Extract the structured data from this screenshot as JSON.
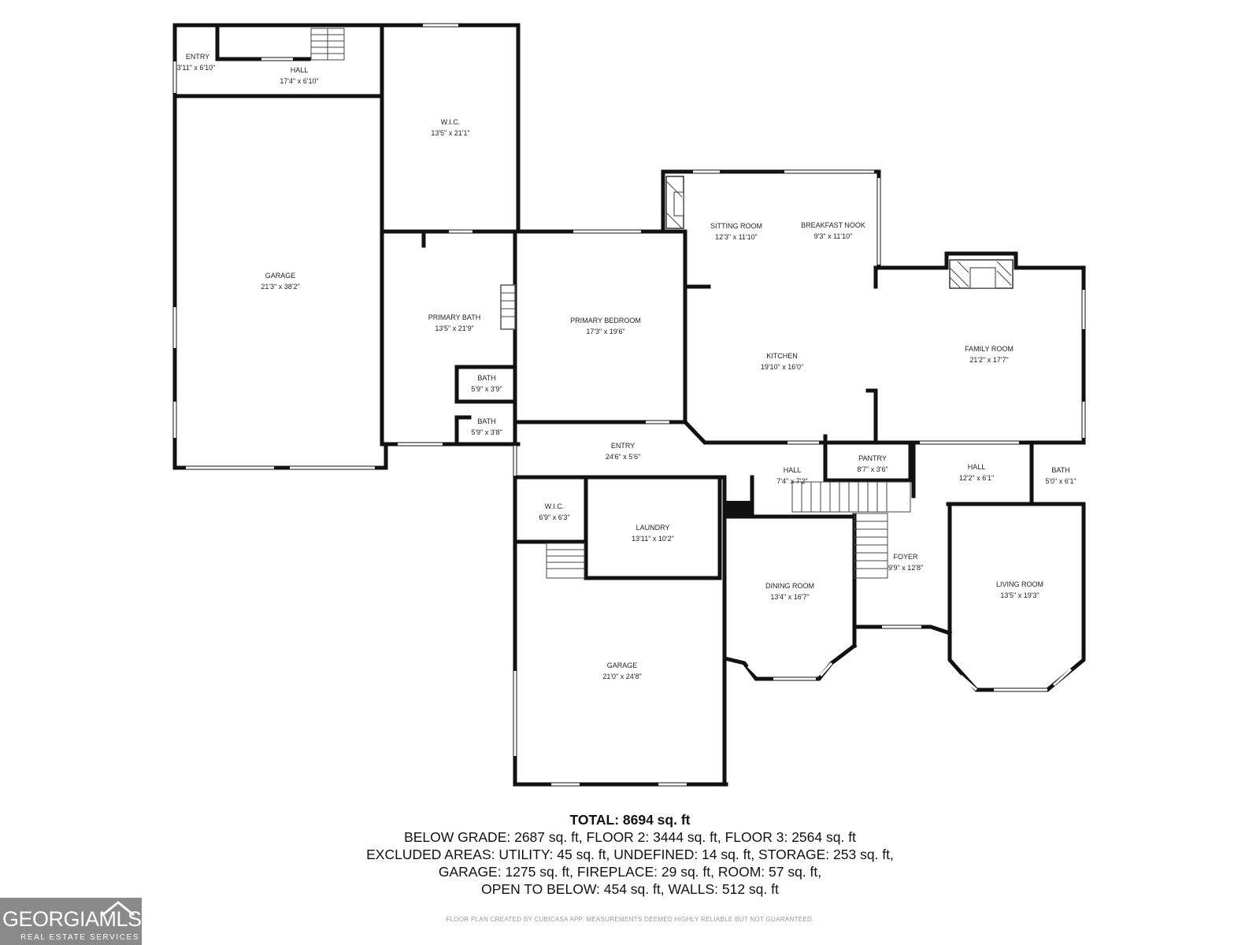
{
  "rooms": {
    "entry_upper": {
      "name": "ENTRY",
      "dims": "3'11\" x 6'10\""
    },
    "hall_upper": {
      "name": "HALL",
      "dims": "17'4\" x 6'10\""
    },
    "wic_upper": {
      "name": "W.I.C.",
      "dims": "13'5\" x 21'1\""
    },
    "garage_upper": {
      "name": "GARAGE",
      "dims": "21'3\" x 38'2\""
    },
    "primary_bath": {
      "name": "PRIMARY BATH",
      "dims": "13'5\" x 21'9\""
    },
    "bath_a": {
      "name": "BATH",
      "dims": "5'9\" x 3'9\""
    },
    "bath_b": {
      "name": "BATH",
      "dims": "5'9\" x 3'8\""
    },
    "primary_bedroom": {
      "name": "PRIMARY BEDROOM",
      "dims": "17'3\" x 19'6\""
    },
    "sitting_room": {
      "name": "SITTING ROOM",
      "dims": "12'3\" x 11'10\""
    },
    "breakfast_nook": {
      "name": "BREAKFAST NOOK",
      "dims": "9'3\" x 11'10\""
    },
    "kitchen": {
      "name": "KITCHEN",
      "dims": "19'10\" x 16'0\""
    },
    "family_room": {
      "name": "FAMILY ROOM",
      "dims": "21'2\" x 17'7\""
    },
    "entry_main": {
      "name": "ENTRY",
      "dims": "24'6\" x 5'6\""
    },
    "pantry": {
      "name": "PANTRY",
      "dims": "8'7\" x 3'6\""
    },
    "hall_mid": {
      "name": "HALL",
      "dims": "7'4\" x 7'2\""
    },
    "hall_right": {
      "name": "HALL",
      "dims": "12'2\" x 6'1\""
    },
    "bath_right": {
      "name": "BATH",
      "dims": "5'0\" x 6'1\""
    },
    "wic_lower": {
      "name": "W.I.C.",
      "dims": "6'9\" x 6'3\""
    },
    "laundry": {
      "name": "LAUNDRY",
      "dims": "13'11\" x 10'2\""
    },
    "foyer": {
      "name": "FOYER",
      "dims": "9'9\" x 12'8\""
    },
    "dining_room": {
      "name": "DINING ROOM",
      "dims": "13'4\" x 16'7\""
    },
    "living_room": {
      "name": "LIVING ROOM",
      "dims": "13'5\" x 19'3\""
    },
    "garage_lower": {
      "name": "GARAGE",
      "dims": "21'0\" x 24'8\""
    }
  },
  "summary": {
    "total": "TOTAL: 8694 sq. ft",
    "line1": "BELOW GRADE: 2687 sq. ft, FLOOR 2: 3444 sq. ft, FLOOR 3: 2564 sq. ft",
    "line2": "EXCLUDED AREAS: UTILITY: 45 sq. ft, UNDEFINED: 14 sq. ft, STORAGE: 253 sq. ft,",
    "line3": "GARAGE: 1275 sq. ft, FIREPLACE: 29 sq. ft, ROOM: 57 sq. ft,",
    "line4": "OPEN TO BELOW: 454 sq. ft, WALLS: 512 sq. ft"
  },
  "disclaimer": "FLOOR PLAN CREATED BY CUBICASA APP. MEASUREMENTS DEEMED HIGHLY RELIABLE BUT NOT GUARANTEED.",
  "logo": {
    "brand": "GEORGIAMLS",
    "sub": "REAL ESTATE SERVICES"
  }
}
